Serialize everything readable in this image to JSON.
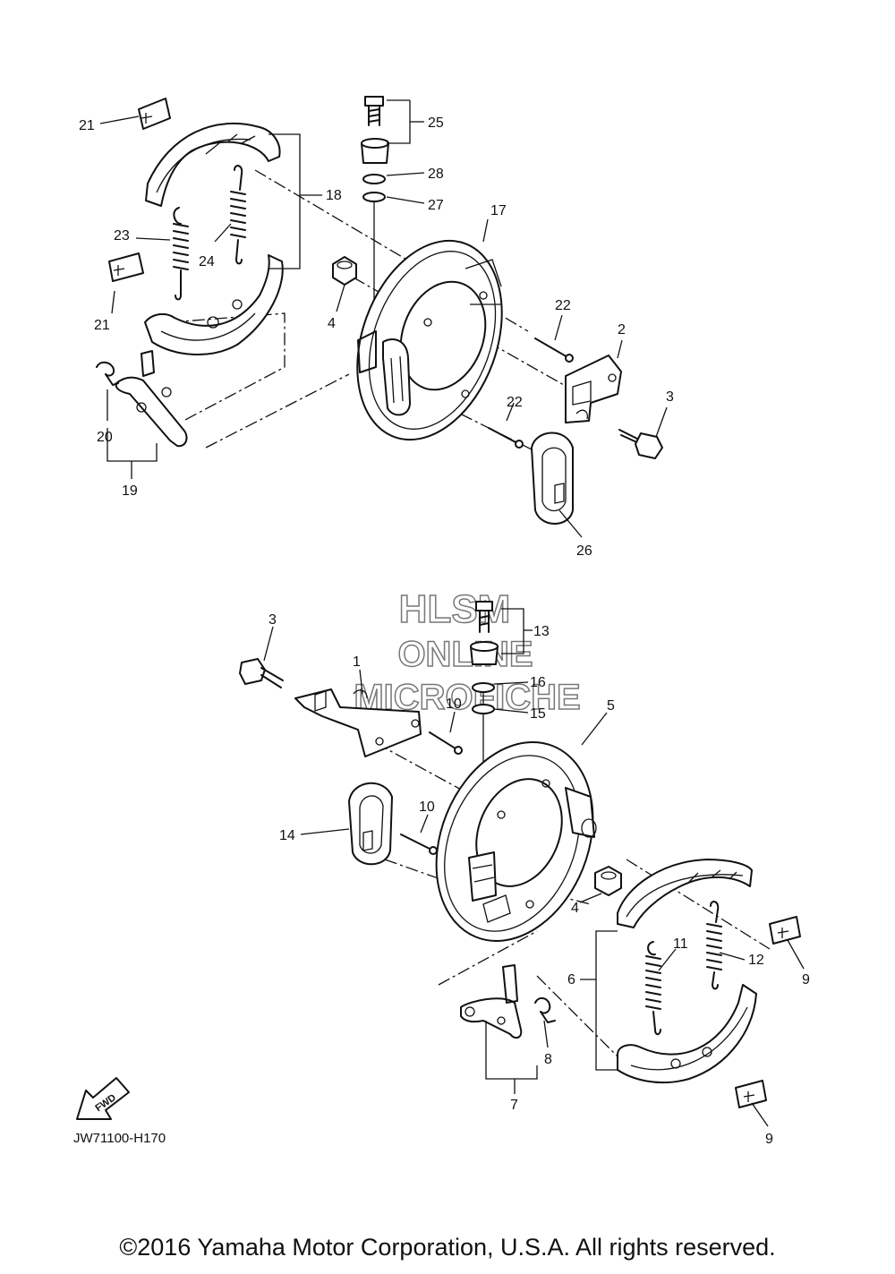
{
  "figure_code": "JW71100-H170",
  "copyright": "©2016 Yamaha Motor Corporation, U.S.A. All rights reserved.",
  "fwd_badge": "FWD",
  "watermark": {
    "line1": "HLSM",
    "line2": "ONLINE",
    "line3": "MICROFICHE"
  },
  "callouts": {
    "c21a": "21",
    "c25": "25",
    "c28": "28",
    "c27": "27",
    "c18": "18",
    "c17": "17",
    "c23": "23",
    "c24": "24",
    "c21b": "21",
    "c4a": "4",
    "c22a": "22",
    "c2": "2",
    "c3a": "3",
    "c20": "20",
    "c22b": "22",
    "c19": "19",
    "c26": "26",
    "c3b": "3",
    "c13": "13",
    "c1": "1",
    "c16": "16",
    "c15": "15",
    "c10a": "10",
    "c5": "5",
    "c10b": "10",
    "c14": "14",
    "c4b": "4",
    "c11": "11",
    "c12": "12",
    "c9a": "9",
    "c6": "6",
    "c8": "8",
    "c7": "7",
    "c9b": "9"
  }
}
